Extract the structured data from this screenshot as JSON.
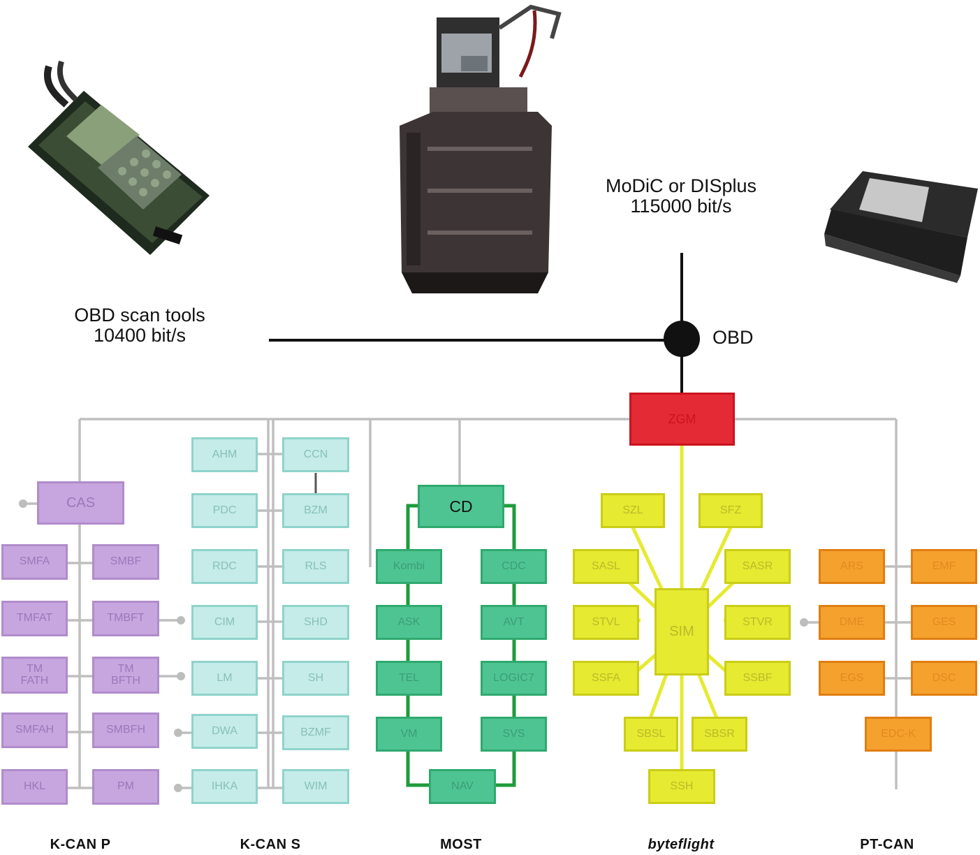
{
  "labels": {
    "obd_tools_line1": "OBD scan tools",
    "obd_tools_line2": "10400 bit/s",
    "modic_line1": "MoDiC or DISplus",
    "modic_line2": "115000 bit/s",
    "obd": "OBD"
  },
  "gateway": {
    "label": "ZGM"
  },
  "buses": {
    "kcanp": "K-CAN P",
    "kcans": "K-CAN S",
    "most": "MOST",
    "byteflight": "byteflight",
    "ptcan": "PT-CAN"
  },
  "kcanp": {
    "cas": "CAS",
    "smfa": "SMFA",
    "smbf": "SMBF",
    "tmfat": "TMFAT",
    "tmbft": "TMBFT",
    "tmfath": "TM\nFATH",
    "tmbfth": "TM\nBFTH",
    "smfah": "SMFAH",
    "smbfh": "SMBFH",
    "hkl": "HKL",
    "pm": "PM"
  },
  "kcans": {
    "ahm": "AHM",
    "ccn": "CCN",
    "pdc": "PDC",
    "bzm": "BZM",
    "rdc": "RDC",
    "rls": "RLS",
    "cim": "CIM",
    "shd": "SHD",
    "lm": "LM",
    "sh": "SH",
    "dwa": "DWA",
    "bzmf": "BZMF",
    "ihka": "IHKA",
    "wim": "WIM"
  },
  "most": {
    "cd": "CD",
    "kombi": "Kombi",
    "cdc": "CDC",
    "ask": "ASK",
    "avt": "AVT",
    "tel": "TEL",
    "logic7": "LOGIC7",
    "vm": "VM",
    "svs": "SVS",
    "nav": "NAV"
  },
  "byteflight": {
    "szl": "SZL",
    "sfz": "SFZ",
    "sasl": "SASL",
    "sasr": "SASR",
    "stvl": "STVL",
    "sim": "SIM",
    "stvr": "STVR",
    "ssfa": "SSFA",
    "ssbf": "SSBF",
    "sbsl": "SBSL",
    "sbsr": "SBSR",
    "ssh": "SSH"
  },
  "ptcan": {
    "ars": "ARS",
    "emf": "EMF",
    "dme": "DME",
    "ges": "GES",
    "egs": "EGS",
    "dsc": "DSC",
    "edck": "EDC-K"
  },
  "colors": {
    "kcanp": "#c7a6e0",
    "kcans": "#c5ece8",
    "most": "#4fc493",
    "byteflight": "#e6ea30",
    "ptcan": "#f5a12e",
    "gateway": "#e42b35"
  }
}
